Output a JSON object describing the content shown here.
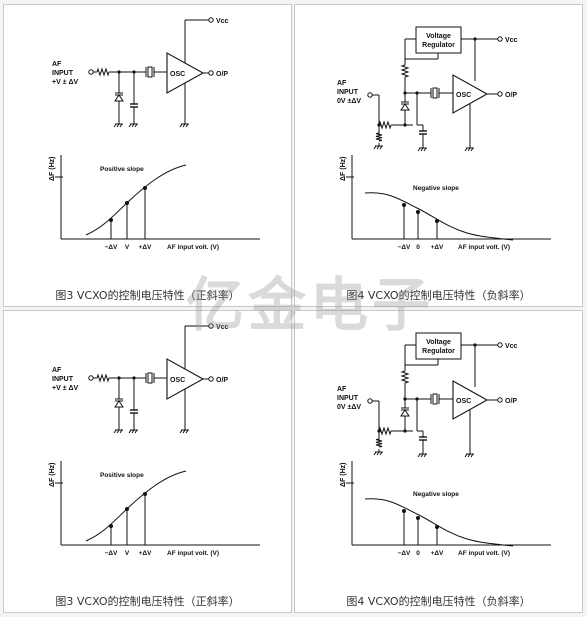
{
  "panels": [
    {
      "id": "pos-top",
      "kind": "positive",
      "caption": "图3 VCXO的控制电压特性（正斜率）",
      "circuit": {
        "vcc": "Vcc",
        "input_line1": "AF",
        "input_line2": "INPUT",
        "input_line3": "+V ± ΔV",
        "osc": "OSC",
        "output": "O/P"
      },
      "graph": {
        "ylabel": "ΔF (Hz)",
        "curve_label": "Positive slope",
        "xticks": [
          "−ΔV",
          "V",
          "+ΔV"
        ],
        "xlabel": "AF input volt. (V)"
      }
    },
    {
      "id": "neg-top",
      "kind": "negative",
      "caption": "图4 VCXO的控制电压特性（负斜率）",
      "circuit": {
        "vcc": "Vcc",
        "regulator_line1": "Voltage",
        "regulator_line2": "Regulator",
        "input_line1": "AF",
        "input_line2": "INPUT",
        "input_line3": "0V ±ΔV",
        "osc": "OSC",
        "output": "O/P"
      },
      "graph": {
        "ylabel": "ΔF (Hz)",
        "curve_label": "Negative slope",
        "xticks": [
          "−ΔV",
          "0",
          "+ΔV"
        ],
        "xlabel": "AF input volt. (V)"
      }
    },
    {
      "id": "pos-bottom",
      "kind": "positive",
      "caption": "图3 VCXO的控制电压特性（正斜率）",
      "circuit": {
        "vcc": "Vcc",
        "input_line1": "AF",
        "input_line2": "INPUT",
        "input_line3": "+V ± ΔV",
        "osc": "OSC",
        "output": "O/P"
      },
      "graph": {
        "ylabel": "ΔF (Hz)",
        "curve_label": "Positive slope",
        "xticks": [
          "−ΔV",
          "V",
          "+ΔV"
        ],
        "xlabel": "AF input volt. (V)"
      }
    },
    {
      "id": "neg-bottom",
      "kind": "negative",
      "caption": "图4 VCXO的控制电压特性（负斜率）",
      "circuit": {
        "vcc": "Vcc",
        "regulator_line1": "Voltage",
        "regulator_line2": "Regulator",
        "input_line1": "AF",
        "input_line2": "INPUT",
        "input_line3": "0V ±ΔV",
        "osc": "OSC",
        "output": "O/P"
      },
      "graph": {
        "ylabel": "ΔF (Hz)",
        "curve_label": "Negative slope",
        "xticks": [
          "−ΔV",
          "0",
          "+ΔV"
        ],
        "xlabel": "AF input volt. (V)"
      }
    }
  ],
  "watermark": "亿金电子",
  "colors": {
    "line": "#111111",
    "panel_bg": "#ffffff",
    "border": "#c8c8c8",
    "watermark": "#969696"
  }
}
